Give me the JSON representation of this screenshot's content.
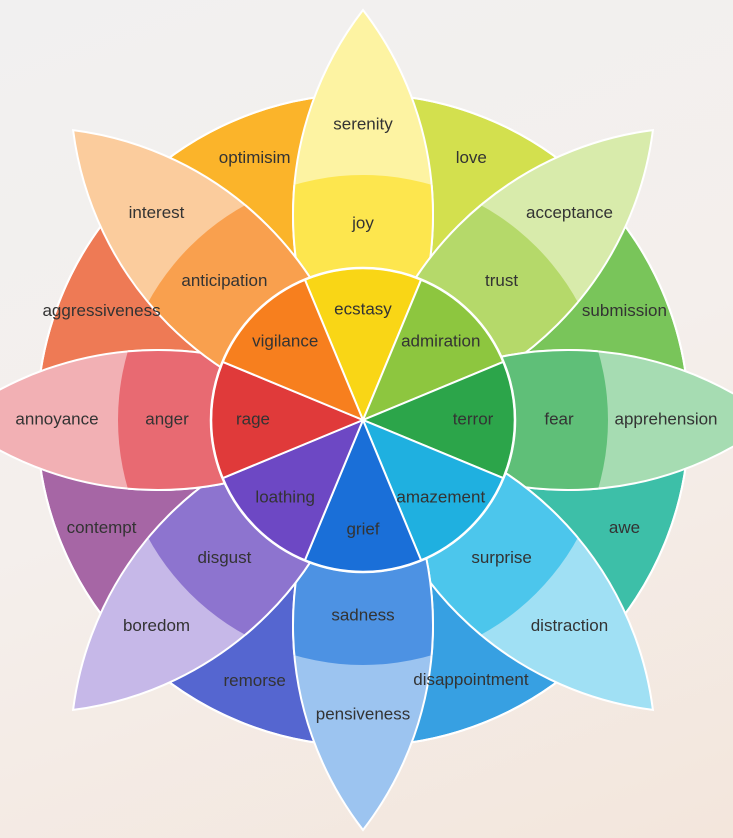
{
  "title": "Wheel of Emotions",
  "petals": [
    {
      "intense": "ecstasy",
      "basic": "joy",
      "mild": "serenity",
      "colors": [
        "#f9d616",
        "#fde64e",
        "#fdf3a2"
      ]
    },
    {
      "intense": "admiration",
      "basic": "trust",
      "mild": "acceptance",
      "colors": [
        "#8dc63f",
        "#b5d96a",
        "#d8ebab"
      ]
    },
    {
      "intense": "terror",
      "basic": "fear",
      "mild": "apprehension",
      "colors": [
        "#2ca54a",
        "#5fbf78",
        "#a6dcb2"
      ]
    },
    {
      "intense": "amazement",
      "basic": "surprise",
      "mild": "distraction",
      "colors": [
        "#1fb0e0",
        "#4cc6ec",
        "#a0e0f4"
      ]
    },
    {
      "intense": "grief",
      "basic": "sadness",
      "mild": "pensiveness",
      "colors": [
        "#1a6fd8",
        "#4d92e3",
        "#9cc4f0"
      ]
    },
    {
      "intense": "loathing",
      "basic": "disgust",
      "mild": "boredom",
      "colors": [
        "#6d48c4",
        "#8d74cf",
        "#c6b8e8"
      ]
    },
    {
      "intense": "rage",
      "basic": "anger",
      "mild": "annoyance",
      "colors": [
        "#e03a3a",
        "#e86a72",
        "#f2b0b4"
      ]
    },
    {
      "intense": "vigilance",
      "basic": "anticipation",
      "mild": "interest",
      "colors": [
        "#f77f1e",
        "#f9a04e",
        "#fbcc9d"
      ]
    }
  ],
  "dyads": [
    {
      "label": "love",
      "color": "#d3e04e"
    },
    {
      "label": "submission",
      "color": "#79c55a"
    },
    {
      "label": "awe",
      "color": "#3dbfa8"
    },
    {
      "label": "disappointment",
      "color": "#37a0e2"
    },
    {
      "label": "remorse",
      "color": "#5566d0"
    },
    {
      "label": "contempt",
      "color": "#a666a5"
    },
    {
      "label": "aggressiveness",
      "color": "#ee7a55"
    },
    {
      "label": "optimisim",
      "color": "#fbb42a"
    }
  ]
}
